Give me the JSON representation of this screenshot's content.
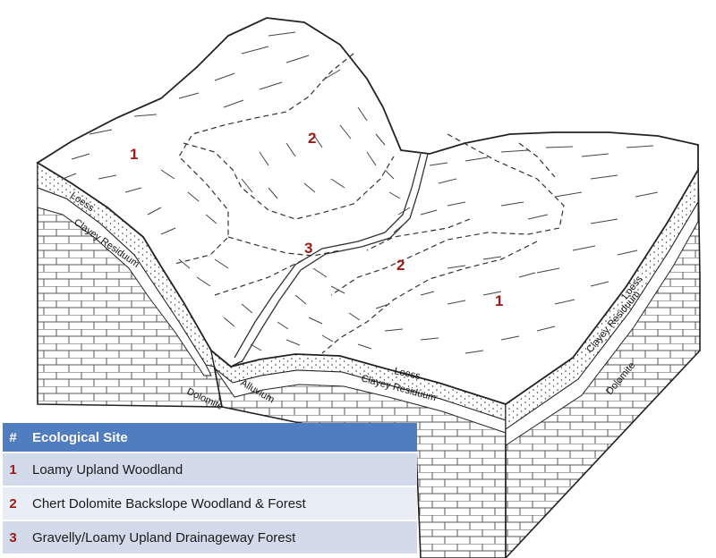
{
  "figure": {
    "zone_labels": [
      "1",
      "2",
      "3",
      "2",
      "1"
    ],
    "layer_labels": {
      "loess_left": "Loess",
      "clayey_left": "Clayey Residuum",
      "alluvium": "Alluvium",
      "dolomite_left": "Dolomite",
      "loess_center": "Loess",
      "clayey_center": "Clayey Residuum",
      "loess_right": "Loess",
      "clayey_right": "Clayey Residuum",
      "dolomite_right": "Dolomite"
    }
  },
  "legend": {
    "headers": [
      "#",
      "Ecological Site"
    ],
    "rows": [
      {
        "num": "1",
        "site": "Loamy Upland Woodland"
      },
      {
        "num": "2",
        "site": "Chert Dolomite Backslope Woodland & Forest"
      },
      {
        "num": "3",
        "site": "Gravelly/Loamy Upland Drainageway Forest"
      }
    ]
  },
  "colors": {
    "label_red": "#a01818",
    "header_blue": "#4f7dbf"
  }
}
